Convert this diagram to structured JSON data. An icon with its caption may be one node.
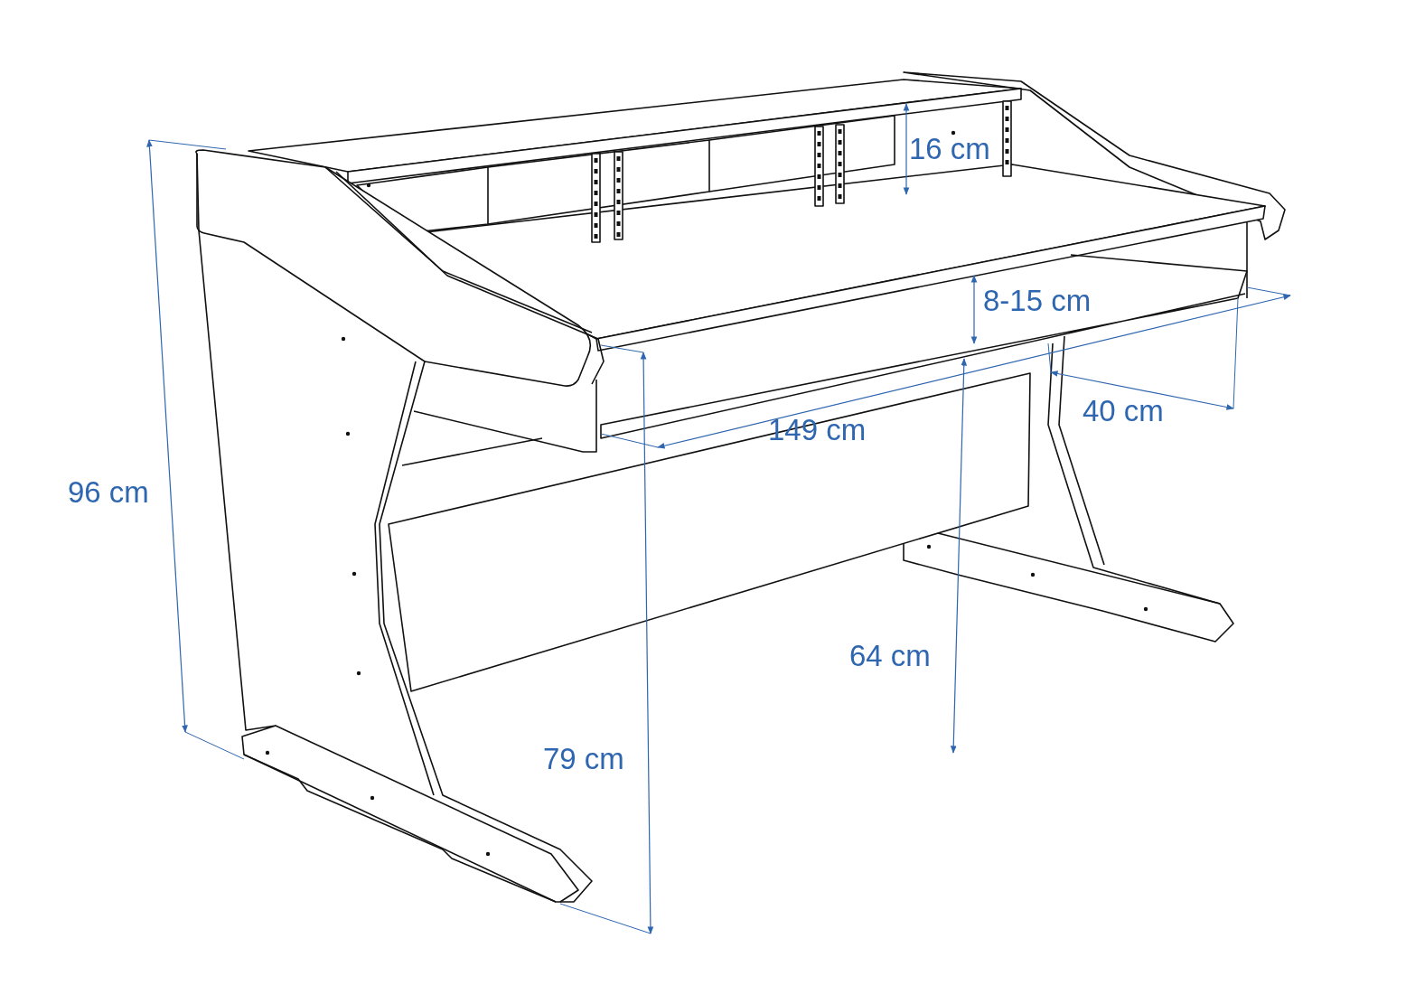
{
  "diagram": {
    "labels": [
      "16 cm",
      "8-15 cm",
      "40 cm",
      "149 cm",
      "96 cm",
      "64 cm",
      "79 cm"
    ]
  }
}
